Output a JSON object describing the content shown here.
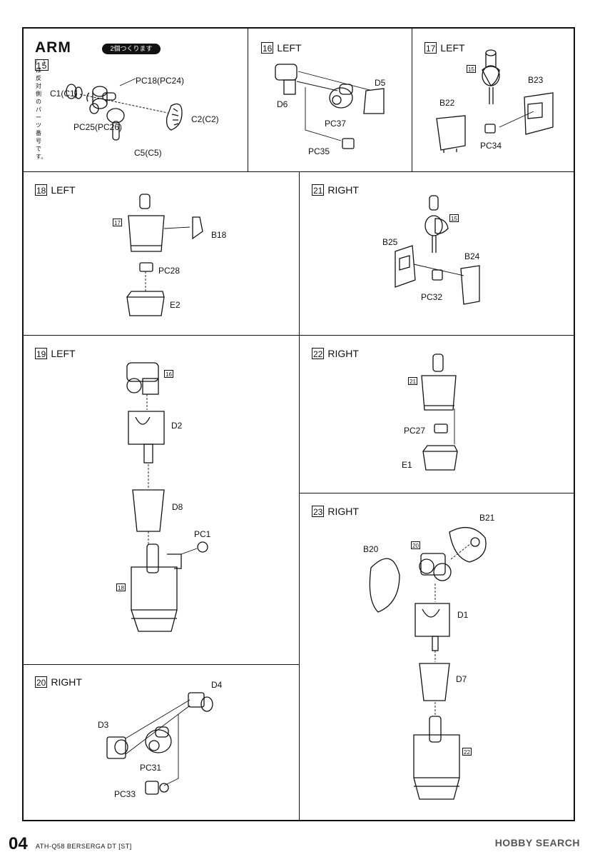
{
  "arm": {
    "title": "ARM",
    "num": "15",
    "badge": "2個つくります",
    "note": "(　)は反対側のパーツ番号です。"
  },
  "steps": {
    "s16": {
      "num": "16",
      "dir": "LEFT"
    },
    "s17": {
      "num": "17",
      "dir": "LEFT"
    },
    "s18": {
      "num": "18",
      "dir": "LEFT"
    },
    "s21": {
      "num": "21",
      "dir": "RIGHT"
    },
    "s19": {
      "num": "19",
      "dir": "LEFT"
    },
    "s22": {
      "num": "22",
      "dir": "RIGHT"
    },
    "s23": {
      "num": "23",
      "dir": "RIGHT"
    },
    "s20": {
      "num": "20",
      "dir": "RIGHT"
    }
  },
  "labels": {
    "p15_pc18": "PC18(PC24)",
    "p15_c1": "C1(C1)",
    "p15_c2": "C2(C2)",
    "p15_pc25": "PC25(PC26)",
    "p15_c5": "C5(C5)",
    "p16_d5": "D5",
    "p16_d6": "D6",
    "p16_pc37": "PC37",
    "p16_pc35": "PC35",
    "p17_b23": "B23",
    "p17_b22": "B22",
    "p17_pc34": "PC34",
    "p17_ref": "15",
    "p18_b18": "B18",
    "p18_pc28": "PC28",
    "p18_e2": "E2",
    "p18_ref": "17",
    "p21_b25": "B25",
    "p21_b24": "B24",
    "p21_pc32": "PC32",
    "p21_ref": "15",
    "p19_d2": "D2",
    "p19_d8": "D8",
    "p19_pc1": "PC1",
    "p19_ref16": "16",
    "p19_ref18": "18",
    "p22_pc27": "PC27",
    "p22_e1": "E1",
    "p22_ref": "21",
    "p23_b21": "B21",
    "p23_b20": "B20",
    "p23_d1": "D1",
    "p23_d7": "D7",
    "p23_ref20": "20",
    "p23_ref22": "22",
    "p20_d4": "D4",
    "p20_d3": "D3",
    "p20_pc31": "PC31",
    "p20_pc33": "PC33"
  },
  "footer": {
    "page": "04",
    "model": "ATH-Q58 BERSERGA DT [ST]",
    "watermark": "HOBBY SEARCH"
  }
}
